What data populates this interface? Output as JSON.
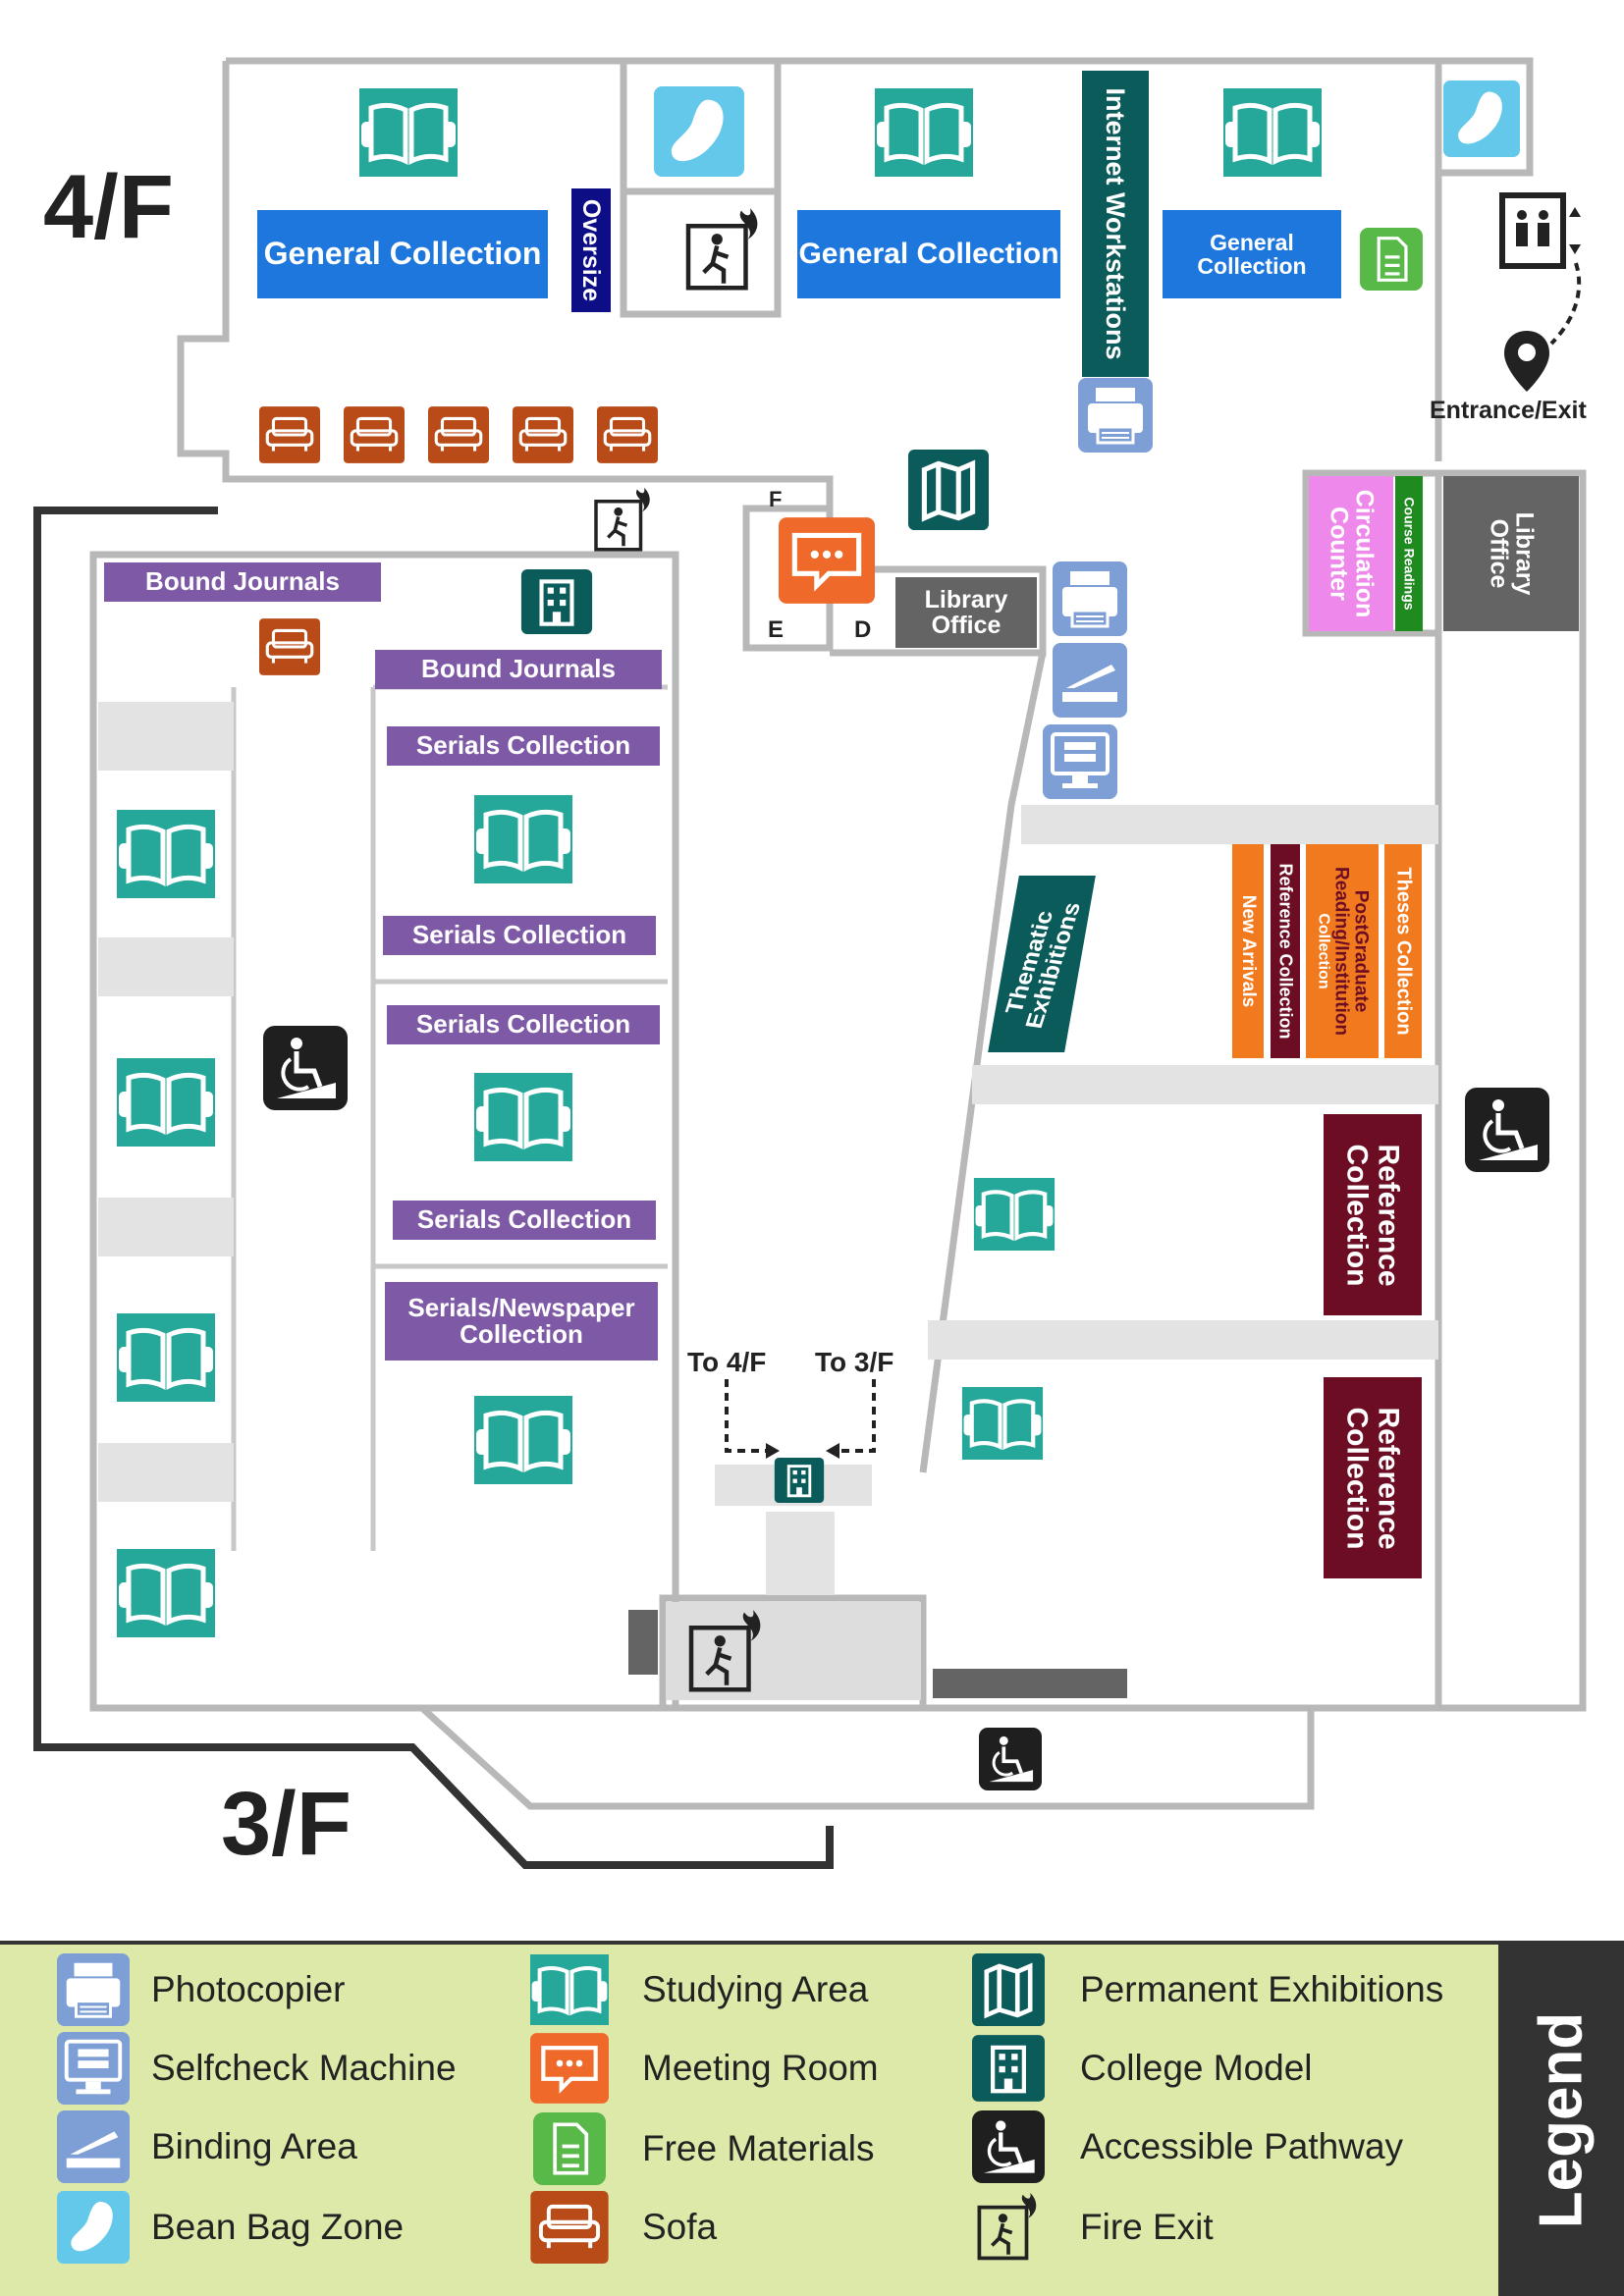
{
  "floors": {
    "upper": "4/F",
    "lower": "3/F"
  },
  "colors": {
    "collection_blue": "#1d77dc",
    "serials_purple": "#7e5aa6",
    "oversize_navy": "#0d0d86",
    "workstation_teal": "#0c5b5b",
    "study_teal": "#25a89a",
    "meeting_orange": "#ef6a2a",
    "sofa_brown": "#b84b17",
    "free_green": "#58b848",
    "photocopier_blue": "#7e9fd6",
    "beanbag_cyan": "#63c8ea",
    "reference_maroon": "#6c0d24",
    "circulation_pink": "#ee88ea",
    "legend_bg": "#dde9a9"
  },
  "upper": {
    "general_collection_1": "General Collection",
    "general_collection_2": "General Collection",
    "general_collection_3_line1": "General",
    "general_collection_3_line2": "Collection",
    "oversize": "Oversize",
    "internet_workstations": "Internet Workstations",
    "entrance_exit": "Entrance/Exit",
    "circulation_line1": "Circulation",
    "circulation_line2": "Counter",
    "course_readings": "Course Readings",
    "library_office_line1": "Library",
    "library_office_line2": "Office"
  },
  "lower": {
    "bound_journals_1": "Bound Journals",
    "bound_journals_2": "Bound Journals",
    "serials_1": "Serials Collection",
    "serials_2": "Serials Collection",
    "serials_3": "Serials Collection",
    "serials_4": "Serials Collection",
    "serials_news_line1": "Serials/Newspaper",
    "serials_news_line2": "Collection",
    "room_f": "F",
    "room_e": "E",
    "room_d": "D",
    "library_office_line1": "Library",
    "library_office_line2": "Office",
    "thematic_line1": "Thematic",
    "thematic_line2": "Exhibitions",
    "new_arrivals": "New Arrivals",
    "reference_small": "Reference Collection",
    "postgrad_line1": "PostGraduate",
    "postgrad_line2": "Reading/Institution",
    "postgrad_line3": "Collection",
    "theses": "Theses Collection",
    "reference_1_line1": "Reference",
    "reference_1_line2": "Collection",
    "reference_2_line1": "Reference",
    "reference_2_line2": "Collection",
    "to_4f": "To 4/F",
    "to_3f": "To 3/F"
  },
  "legend": {
    "title": "Legend",
    "items": [
      {
        "label": "Photocopier",
        "icon": "photocopier-icon"
      },
      {
        "label": "Selfcheck Machine",
        "icon": "selfcheck-icon"
      },
      {
        "label": "Binding Area",
        "icon": "binding-icon"
      },
      {
        "label": "Bean Bag Zone",
        "icon": "beanbag-icon"
      },
      {
        "label": "Studying Area",
        "icon": "study-icon"
      },
      {
        "label": "Meeting Room",
        "icon": "meeting-icon"
      },
      {
        "label": "Free Materials",
        "icon": "free-materials-icon"
      },
      {
        "label": "Sofa",
        "icon": "sofa-icon"
      },
      {
        "label": "Permanent Exhibitions",
        "icon": "exhibition-icon"
      },
      {
        "label": "College Model",
        "icon": "college-model-icon"
      },
      {
        "label": "Accessible Pathway",
        "icon": "accessible-icon"
      },
      {
        "label": "Fire Exit",
        "icon": "fire-exit-icon"
      }
    ]
  }
}
